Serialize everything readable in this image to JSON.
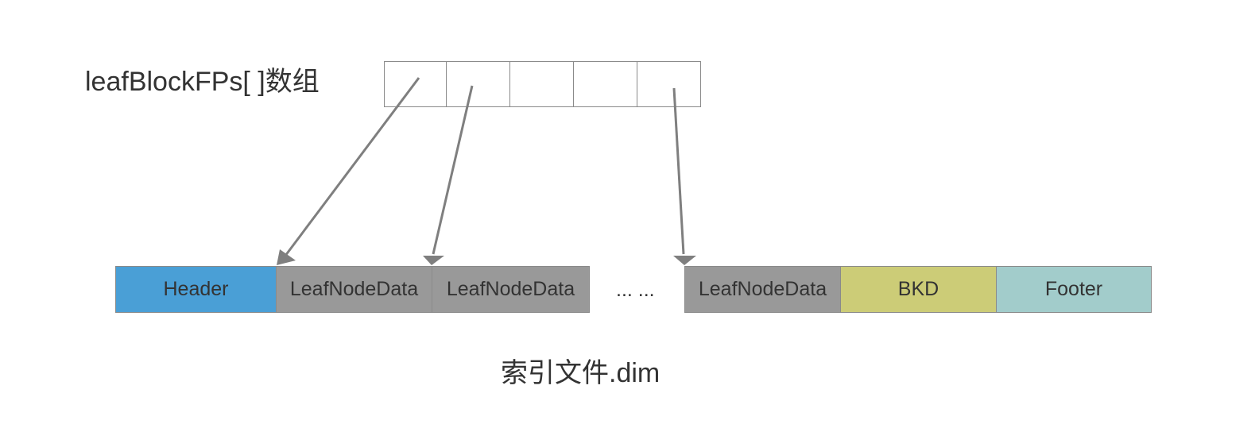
{
  "array": {
    "label": "leafBlockFPs[ ]数组",
    "cell_count": 5
  },
  "blocks": [
    {
      "id": "header",
      "label": "Header",
      "color": "#4a9fd6"
    },
    {
      "id": "leaf1",
      "label": "LeafNodeData",
      "color": "#999999"
    },
    {
      "id": "leaf2",
      "label": "LeafNodeData",
      "color": "#999999"
    },
    {
      "id": "leaf3",
      "label": "LeafNodeData",
      "color": "#999999"
    },
    {
      "id": "bkd",
      "label": "BKD",
      "color": "#cccc77"
    },
    {
      "id": "footer",
      "label": "Footer",
      "color": "#a2cccb"
    }
  ],
  "ellipsis": "... ...",
  "caption": "索引文件.dim",
  "colors": {
    "arrow": "#7f7f7f",
    "border": "#8a8a8a",
    "text": "#333333"
  },
  "arrows": [
    {
      "from": "array-cell-1",
      "to": "block-leaf1"
    },
    {
      "from": "array-cell-2",
      "to": "block-leaf2"
    },
    {
      "from": "array-cell-5",
      "to": "block-leaf3"
    }
  ]
}
